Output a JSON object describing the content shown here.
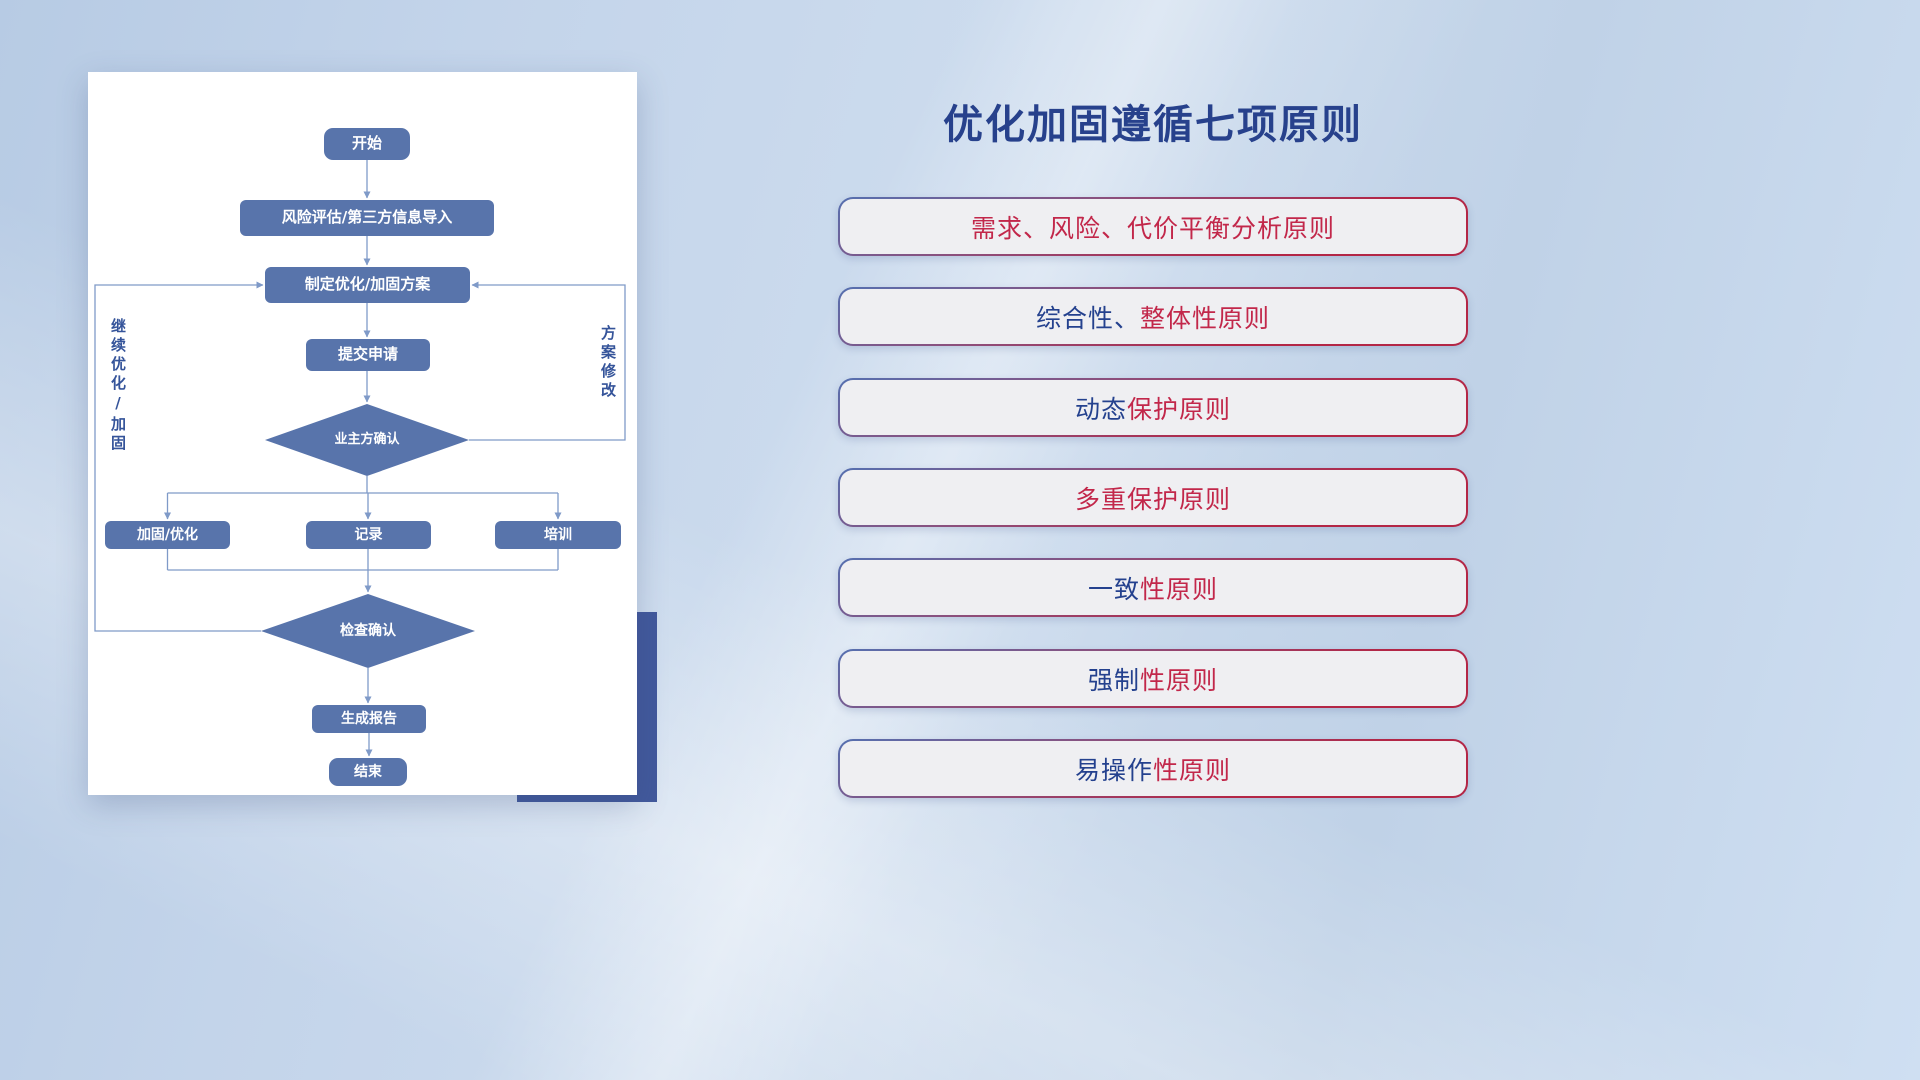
{
  "flowchart": {
    "nodes": {
      "start": "开始",
      "risk": "风险评估/第三方信息导入",
      "plan": "制定优化/加固方案",
      "submit": "提交申请",
      "owner_confirm": "业主方确认",
      "reinforce": "加固/优化",
      "record": "记录",
      "training": "培训",
      "check_confirm": "检查确认",
      "report": "生成报告",
      "end": "结束"
    },
    "labels": {
      "left_loop": "继续优化/加固",
      "right_loop": "方案修改"
    },
    "colors": {
      "node_fill": "#5874ab",
      "connector": "#7f9ac8",
      "loop_label": "#35549a"
    }
  },
  "panel": {
    "title": "优化加固遵循七项原则",
    "title_color": "#27418c",
    "principle_red": "#c2274a",
    "principle_navy": "#24418e",
    "principles": [
      {
        "navy": "",
        "red": "需求、风险、代价平衡分析原则"
      },
      {
        "navy": "综合性、",
        "red": "整体性原则"
      },
      {
        "navy": "动态",
        "red": "保护原则"
      },
      {
        "navy": "",
        "red": "多重保护原则"
      },
      {
        "navy": "一致",
        "red": "性原则"
      },
      {
        "navy": "强制",
        "red": "性原则"
      },
      {
        "navy": "易操作",
        "red": "性原则"
      }
    ]
  }
}
